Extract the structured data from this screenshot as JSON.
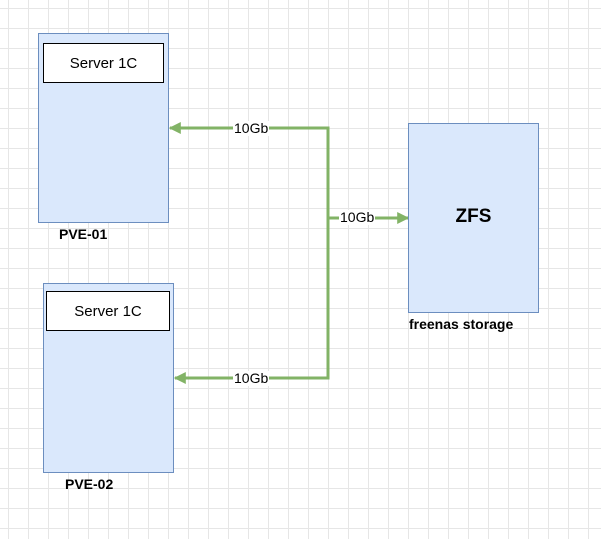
{
  "nodes": {
    "pve01": {
      "inner_label": "Server 1C",
      "caption": "PVE-01"
    },
    "pve02": {
      "inner_label": "Server 1C",
      "caption": "PVE-02"
    },
    "storage": {
      "title": "ZFS",
      "caption": "freenas storage"
    }
  },
  "links": {
    "to_pve01": "10Gb",
    "to_pve02": "10Gb",
    "to_storage": "10Gb"
  },
  "colors": {
    "node_fill": "#dae8fc",
    "node_border": "#6c8ebf",
    "link": "#82b366"
  }
}
